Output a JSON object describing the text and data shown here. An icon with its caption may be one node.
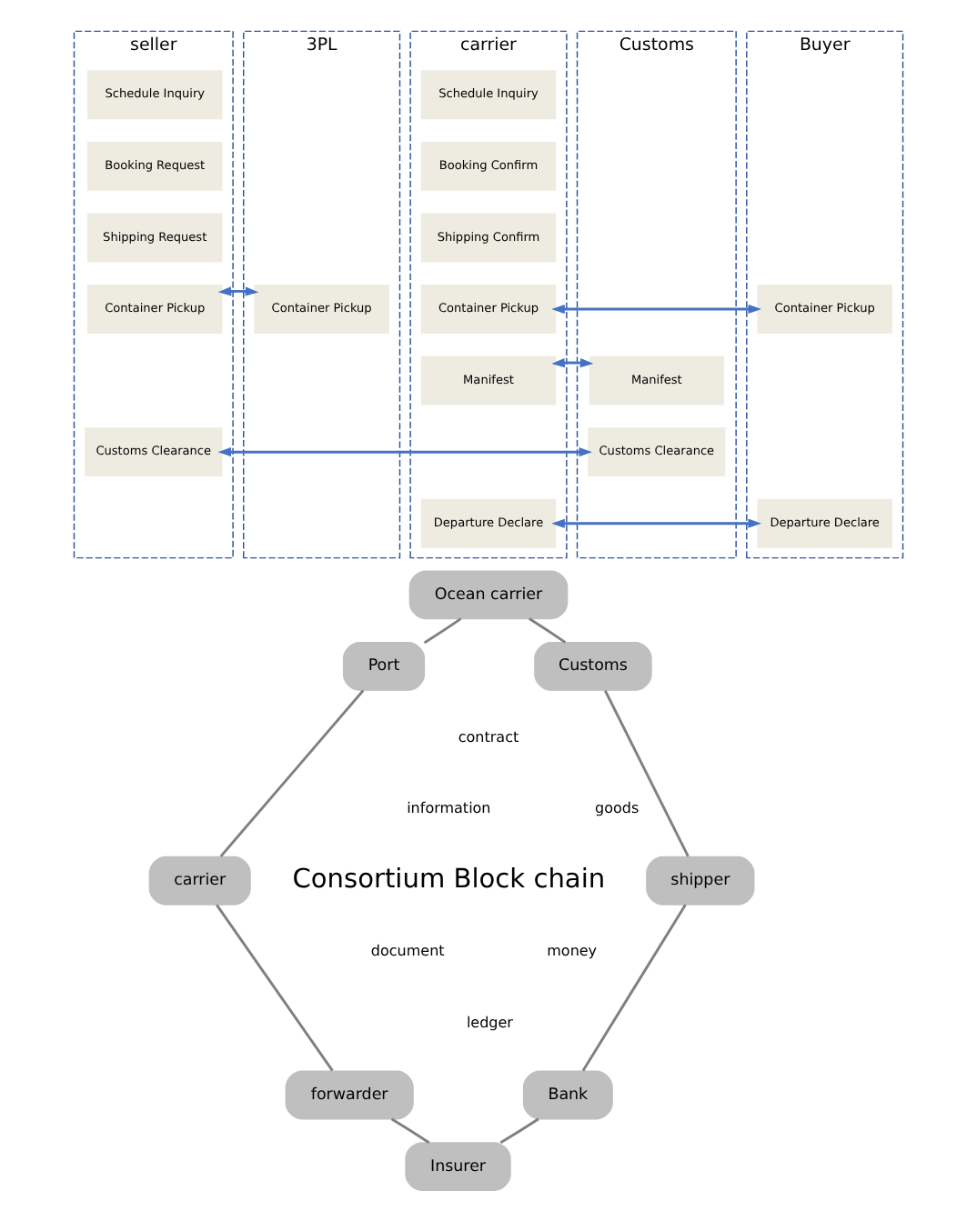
{
  "diagram": {
    "nodes": [
      {
        "text": [
          "seller"
        ]
      },
      {
        "text": [
          "Schedule Inquiry"
        ],
        "in": 0
      },
      {
        "text": [
          "Booking Request"
        ],
        "in": 0
      },
      {
        "text": [
          "Shipping Request"
        ],
        "in": 0
      },
      {
        "text": [
          "Container Pickup"
        ],
        "in": 0
      },
      {
        "text": [
          "Customs Clearance"
        ],
        "in": 0
      },
      {
        "text": [
          "3PL"
        ]
      },
      {
        "text": [
          "Container Pickup"
        ],
        "in": 6
      },
      {
        "text": [
          "carrier"
        ]
      },
      {
        "text": [
          "Schedule Inquiry"
        ],
        "in": 8
      },
      {
        "text": [
          "Booking Confirm"
        ],
        "in": 8
      },
      {
        "text": [
          "Shipping Confirm"
        ],
        "in": 8
      },
      {
        "text": [
          "Container Pickup"
        ],
        "in": 8
      },
      {
        "text": [
          "Manifest"
        ],
        "in": 8
      },
      {
        "text": [
          "Departure Declare"
        ],
        "in": 8
      },
      {
        "text": [
          "Customs"
        ]
      },
      {
        "text": [
          "Manifest"
        ],
        "in": 15
      },
      {
        "text": [
          "Customs Clearance"
        ],
        "in": 15
      },
      {
        "text": [
          "Buyer"
        ]
      },
      {
        "text": [
          "Container Pickup"
        ],
        "in": 18
      },
      {
        "text": [
          "Departure Declare"
        ],
        "in": 18
      },
      {
        "text": [
          "Ocean carrier"
        ]
      },
      {
        "text": [
          "Customs"
        ]
      },
      {
        "text": [
          "shipper"
        ]
      },
      {
        "text": [
          "Bank"
        ]
      },
      {
        "text": [
          "Insurer"
        ]
      },
      {
        "text": [
          "forwarder"
        ]
      },
      {
        "text": [
          "carrier"
        ]
      },
      {
        "text": [
          "Port"
        ]
      }
    ],
    "edges": [
      {
        "from": 4,
        "to": 7,
        "arrow": "both",
        "color": "#4472c4"
      },
      {
        "from": 12,
        "to": 19,
        "arrow": "both",
        "color": "#4472c4"
      },
      {
        "from": 13,
        "to": 16,
        "arrow": "both",
        "color": "#4472c4"
      },
      {
        "from": 5,
        "to": 17,
        "arrow": "both",
        "color": "#4472c4"
      },
      {
        "from": 14,
        "to": 20,
        "arrow": "both",
        "color": "#4472c4"
      },
      {
        "from": 21,
        "to": 22,
        "arrow": "none"
      },
      {
        "from": 22,
        "to": 23,
        "arrow": "none"
      },
      {
        "from": 23,
        "to": 24,
        "arrow": "none"
      },
      {
        "from": 24,
        "to": 25,
        "arrow": "none"
      },
      {
        "from": 25,
        "to": 26,
        "arrow": "none"
      },
      {
        "from": 26,
        "to": 27,
        "arrow": "none"
      },
      {
        "from": 27,
        "to": 28,
        "arrow": "none"
      },
      {
        "from": 28,
        "to": 21,
        "arrow": "none"
      }
    ],
    "labels": [
      "contract",
      "information",
      "goods",
      "Consortium Block chain",
      "document",
      "money",
      "ledger"
    ]
  }
}
